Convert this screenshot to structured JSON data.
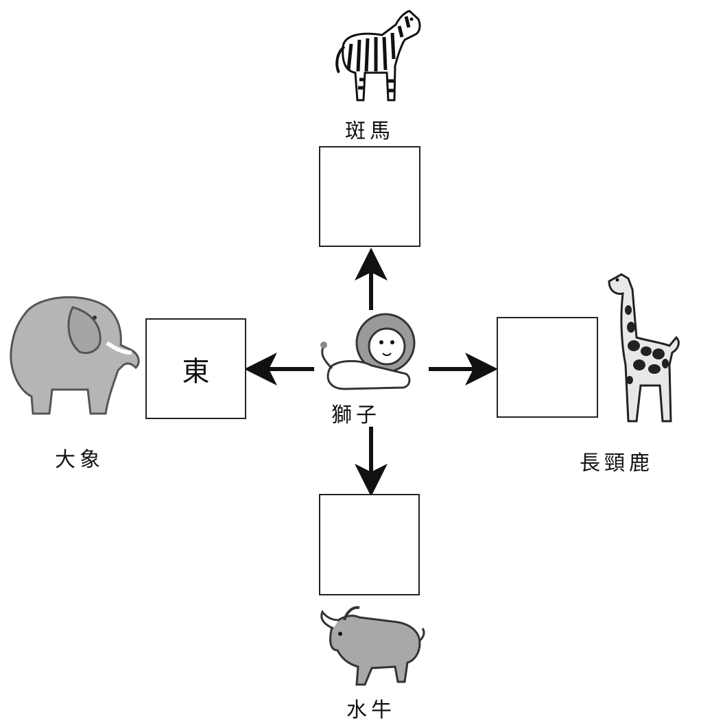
{
  "center": {
    "label": "獅子",
    "icon": "lion-icon"
  },
  "north": {
    "label": "斑馬",
    "icon": "zebra-icon",
    "box_text": ""
  },
  "west": {
    "label": "大象",
    "icon": "elephant-icon",
    "box_text": "東"
  },
  "east": {
    "label": "長頸鹿",
    "icon": "giraffe-icon",
    "box_text": ""
  },
  "south": {
    "label": "水牛",
    "icon": "buffalo-icon",
    "box_text": ""
  }
}
